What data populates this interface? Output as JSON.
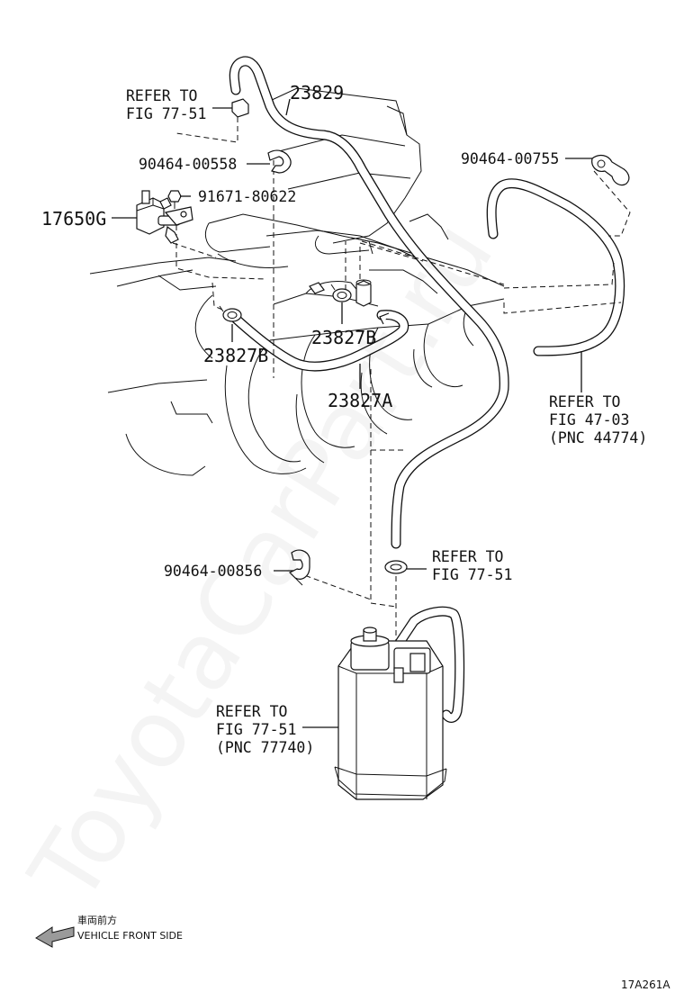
{
  "watermark": "ToyotaCarPart.ru",
  "figure_code": "17A261A",
  "direction": {
    "jp": "車両前方",
    "en": "VEHICLE FRONT SIDE"
  },
  "labels": {
    "p23829": "23829",
    "p90464_00558": "90464-00558",
    "p91671_80622": "91671-80622",
    "p17650G": "17650G",
    "p90464_00755": "90464-00755",
    "p23827B_left": "23827B",
    "p23827B_right": "23827B",
    "p23827A": "23827A",
    "p90464_00856": "90464-00856"
  },
  "refs": {
    "top_left": {
      "line1": "REFER TO",
      "line2": "FIG 77-51"
    },
    "right": {
      "line1": "REFER TO",
      "line2": "FIG 47-03",
      "line3": "(PNC 44774)"
    },
    "middle": {
      "line1": "REFER TO",
      "line2": "FIG 77-51"
    },
    "canister": {
      "line1": "REFER TO",
      "line2": "FIG 77-51",
      "line3": "(PNC 77740)"
    }
  }
}
